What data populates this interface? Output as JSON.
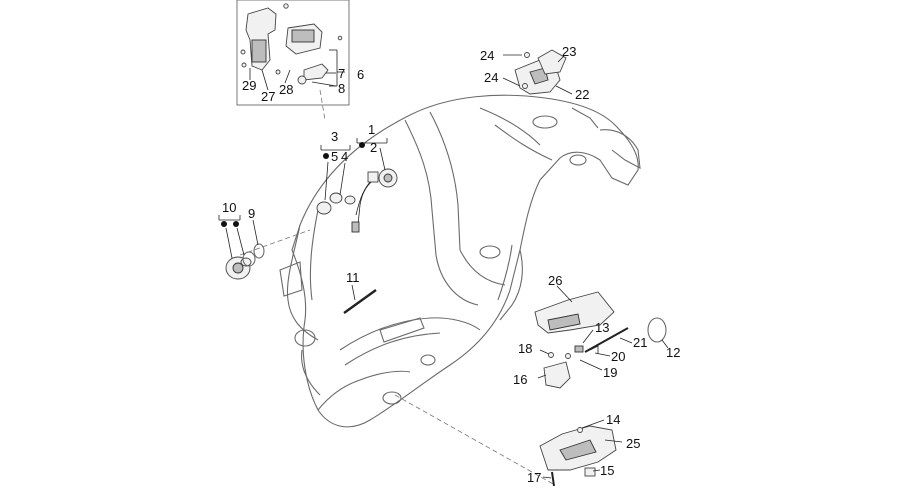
{
  "diagram": {
    "callouts": {
      "c1": "1",
      "c2": "2",
      "c3": "3",
      "c4": "4",
      "c5": "5",
      "c6": "6",
      "c7": "7",
      "c8": "8",
      "c9": "9",
      "c10": "10",
      "c11": "11",
      "c12": "12",
      "c13": "13",
      "c14": "14",
      "c15": "15",
      "c16": "16",
      "c17": "17",
      "c18": "18",
      "c19": "19",
      "c20": "20",
      "c21": "21",
      "c22": "22",
      "c23": "23",
      "c24a": "24",
      "c24b": "24",
      "c25": "25",
      "c26": "26",
      "c27": "27",
      "c28": "28",
      "c29": "29"
    }
  }
}
